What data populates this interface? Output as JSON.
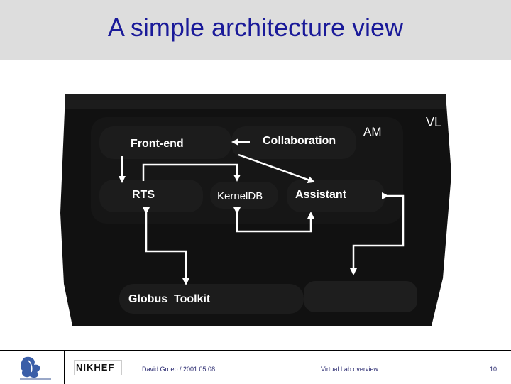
{
  "slide": {
    "title": "A simple architecture view"
  },
  "diagram": {
    "labels": {
      "front_end": "Front-end",
      "collaboration": "Collaboration",
      "am": "AM",
      "vl": "VL",
      "rts": "RTS",
      "kernel_db": "KernelDB",
      "assistant": "Assistant",
      "globus_toolkit": "Globus  Toolkit"
    }
  },
  "footer": {
    "author_date": "David Groep / 2001.05.08",
    "subtitle": "Virtual Lab overview",
    "page_number": "10",
    "logo_text": "NIKHEF"
  },
  "colors": {
    "title": "#1a1a99",
    "title_bg": "#dddddd",
    "diagram_bg": "#111111",
    "box_bg": "#1b1b1b",
    "arrow": "#ffffff"
  }
}
